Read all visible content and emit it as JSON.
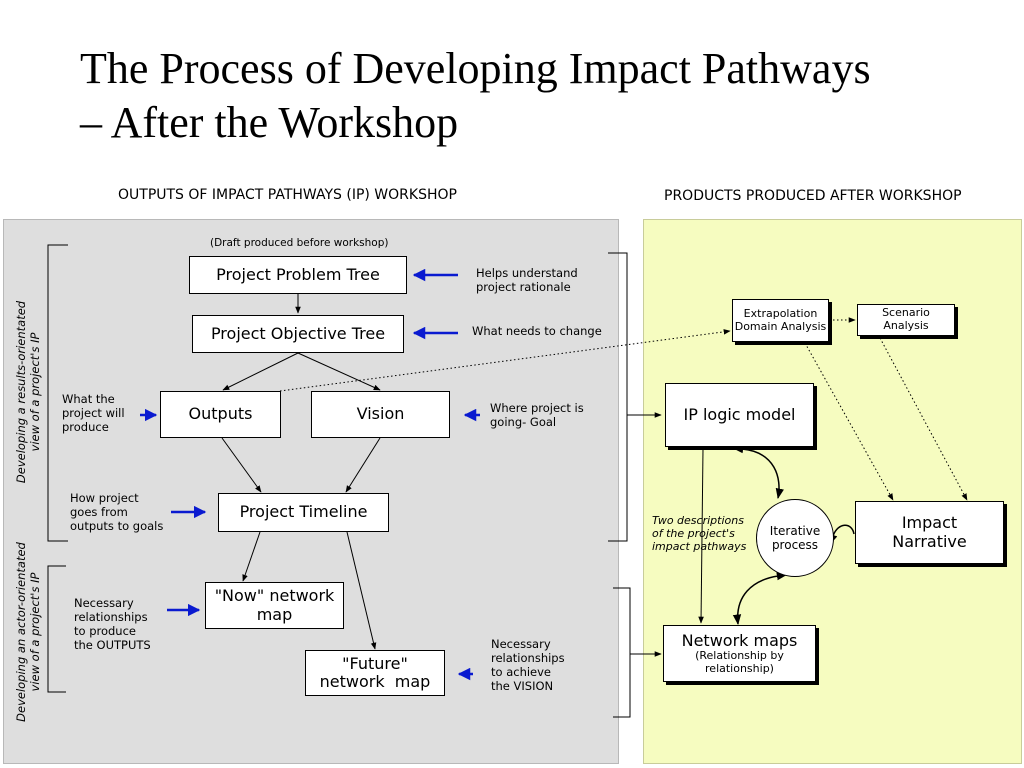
{
  "title": {
    "line1": "The Process of Developing Impact Pathways",
    "line2": "– After the Workshop"
  },
  "headers": {
    "left": "OUTPUTS OF IMPACT PATHWAYS (IP) WORKSHOP",
    "right": "PRODUCTS PRODUCED AFTER WORKSHOP"
  },
  "left_panel": {
    "draft_note": "(Draft produced before workshop)",
    "problem_tree": "Project Problem Tree",
    "problem_tree_note": [
      "Helps understand",
      "project rationale"
    ],
    "objective_tree": "Project Objective Tree",
    "objective_tree_note": "What needs to change",
    "outputs": "Outputs",
    "outputs_note": [
      "What the",
      "project will",
      "produce"
    ],
    "vision": "Vision",
    "vision_note": [
      "Where project is",
      "going- Goal"
    ],
    "timeline": "Project Timeline",
    "timeline_note": [
      "How project",
      "goes from",
      "outputs to goals"
    ],
    "now_map": [
      "\"Now\" network",
      "map"
    ],
    "now_map_note": [
      "Necessary",
      "relationships",
      "to produce",
      "the OUTPUTS"
    ],
    "future_map": [
      "\"Future\"",
      "network  map"
    ],
    "future_map_note": [
      "Necessary",
      "relationships",
      "to achieve",
      "the VISION"
    ],
    "side_label_top": [
      "Developing a results-orientated",
      "view of a project's IP"
    ],
    "side_label_bottom": [
      "Developing an actor-orientated",
      "view of a project's IP"
    ]
  },
  "right_panel": {
    "extrapolation": [
      "Extrapolation",
      "Domain Analysis"
    ],
    "scenario": [
      "Scenario",
      "Analysis"
    ],
    "ip_logic": "IP logic model",
    "impact_narrative": [
      "Impact",
      "Narrative"
    ],
    "iterative": [
      "Iterative",
      "process"
    ],
    "network_maps": "Network maps",
    "network_maps_sub": [
      "(Relationship by",
      "relationship)"
    ],
    "two_descriptions": [
      "Two descriptions",
      "of the project's",
      "impact pathways"
    ]
  },
  "colors": {
    "left_panel": "#dedede",
    "right_panel": "#f6fcc0",
    "arrow_blue": "#0a1ad0"
  }
}
